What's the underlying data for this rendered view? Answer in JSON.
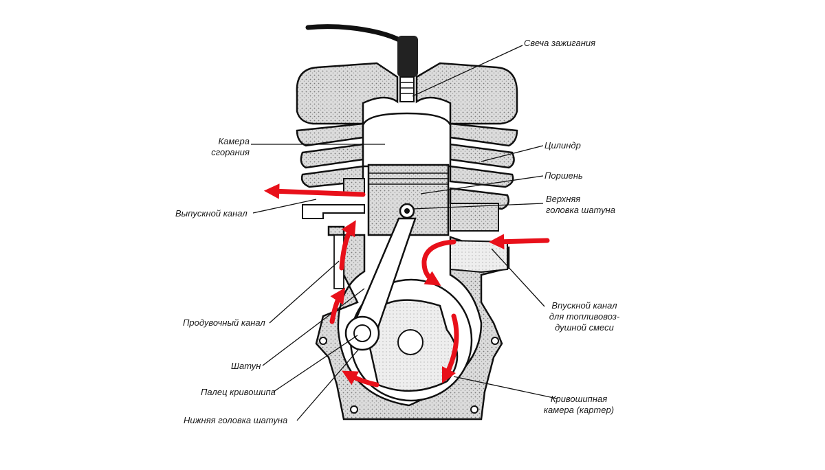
{
  "labels": {
    "spark_plug": "Свеча зажигания",
    "combustion_chamber": [
      "Камера",
      "сгорания"
    ],
    "cylinder": "Цилиндр",
    "piston": "Поршень",
    "upper_rod_end": [
      "Верхняя",
      "головка шатуна"
    ],
    "exhaust_port": "Выпускной канал",
    "intake_port": [
      "Впускной канал",
      "для топливовоз-",
      "душной смеси"
    ],
    "transfer_port": "Продувочный канал",
    "connecting_rod": "Шатун",
    "crank_pin": "Палец кривошипа",
    "lower_rod_end": "Нижняя головка шатуна",
    "crankcase": [
      "Кривошипная",
      "камера (картер)"
    ]
  },
  "colors": {
    "flow_arrow": "#e8101a",
    "metal_fill": "#d9d9d9",
    "outline": "#111111"
  }
}
